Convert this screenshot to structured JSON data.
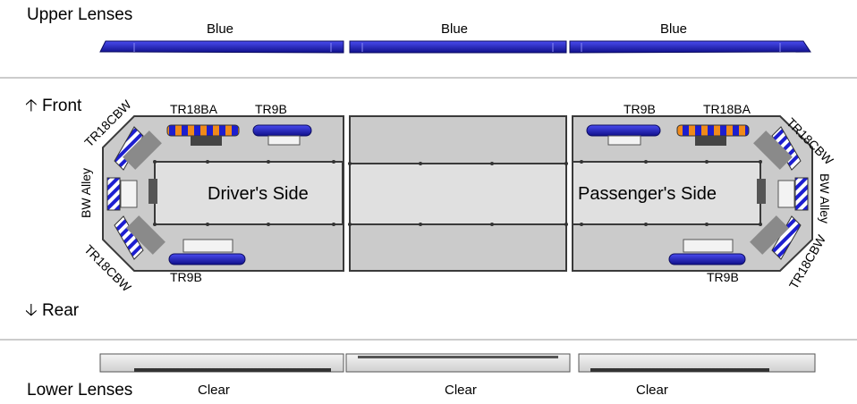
{
  "upper": {
    "title": "Upper Lenses",
    "labels": [
      "Blue",
      "Blue",
      "Blue"
    ],
    "color": "#1d1ed0"
  },
  "lower": {
    "title": "Lower Lenses",
    "labels": [
      "Clear",
      "Clear",
      "Clear"
    ]
  },
  "directions": {
    "front": "Front",
    "rear": "Rear",
    "front_arrow": "🡡",
    "rear_arrow": "🡣"
  },
  "sides": {
    "driver": "Driver's Side",
    "passenger": "Passenger's Side"
  },
  "parts": {
    "left_front_corner": "TR18CBW",
    "left_alley": "BW Alley",
    "left_rear_corner": "TR18CBW",
    "left_front_amber": "TR18BA",
    "left_front_blue": "TR9B",
    "left_rear_blue": "TR9B",
    "right_front_blue": "TR9B",
    "right_front_amber": "TR18BA",
    "right_front_corner": "TR18CBW",
    "right_alley": "BW Alley",
    "right_rear_corner": "TR18CBW",
    "right_rear_blue": "TR9B"
  },
  "colors": {
    "blue": "#1d1ed0",
    "amber": "#f08a1a",
    "housing": "#c8c8c8",
    "outline": "#3a3a3a"
  }
}
